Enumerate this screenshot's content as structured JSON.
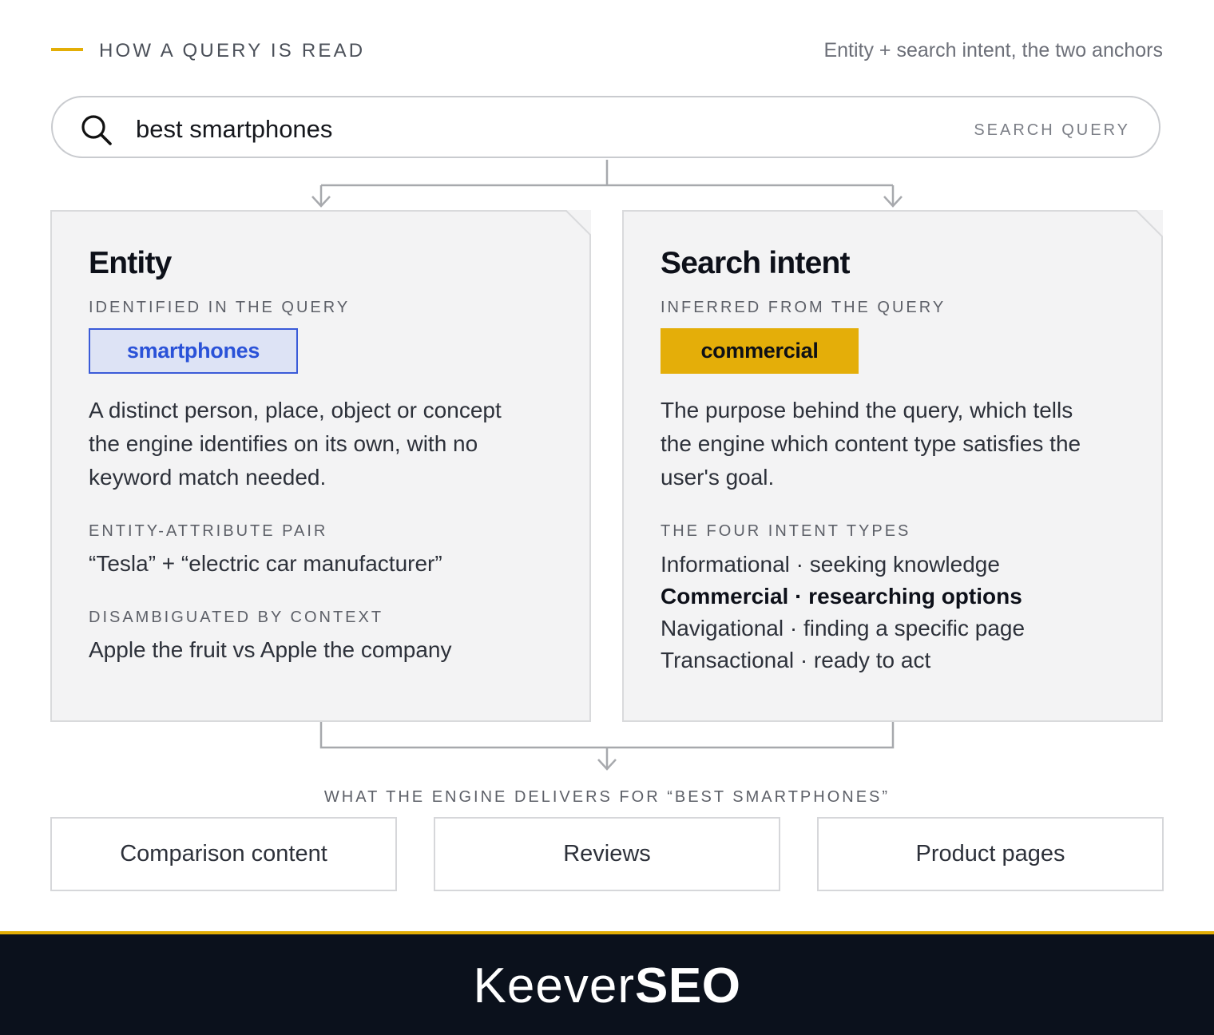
{
  "header": {
    "kicker": "HOW A QUERY IS READ",
    "subtitle": "Entity + search intent, the two anchors"
  },
  "search": {
    "query": "best smartphones",
    "label": "SEARCH QUERY",
    "icon": "search-icon"
  },
  "entity_card": {
    "title": "Entity",
    "eyebrow": "IDENTIFIED IN THE QUERY",
    "tag": "smartphones",
    "description": "A distinct person, place, object or concept the engine identifies on its own, with no keyword match needed.",
    "pair_label": "ENTITY-ATTRIBUTE PAIR",
    "pair_value": "“Tesla” + “electric car manufacturer”",
    "context_label": "DISAMBIGUATED BY CONTEXT",
    "context_value": "Apple the fruit vs Apple the company"
  },
  "intent_card": {
    "title": "Search intent",
    "eyebrow": "INFERRED FROM THE QUERY",
    "tag": "commercial",
    "description": "The purpose behind the query, which tells the engine which content type satisfies the user's goal.",
    "types_label": "THE FOUR INTENT TYPES",
    "types": [
      "Informational · seeking knowledge",
      "Commercial · researching options",
      "Navigational · finding a specific page",
      "Transactional · ready to act"
    ],
    "active_type": "Commercial · researching options"
  },
  "deliverables": {
    "title": "WHAT THE ENGINE DELIVERS FOR “BEST SMARTPHONES”",
    "items": [
      "Comparison content",
      "Reviews",
      "Product pages"
    ]
  },
  "footer": {
    "logo_light": "Keever",
    "logo_bold": "SEO"
  },
  "colors": {
    "accent": "#e3ae06",
    "entity_blue": "#2a52d8",
    "entity_bg": "#dde3f5",
    "card_bg": "#f3f3f4",
    "footer_bg": "#0b111c"
  }
}
